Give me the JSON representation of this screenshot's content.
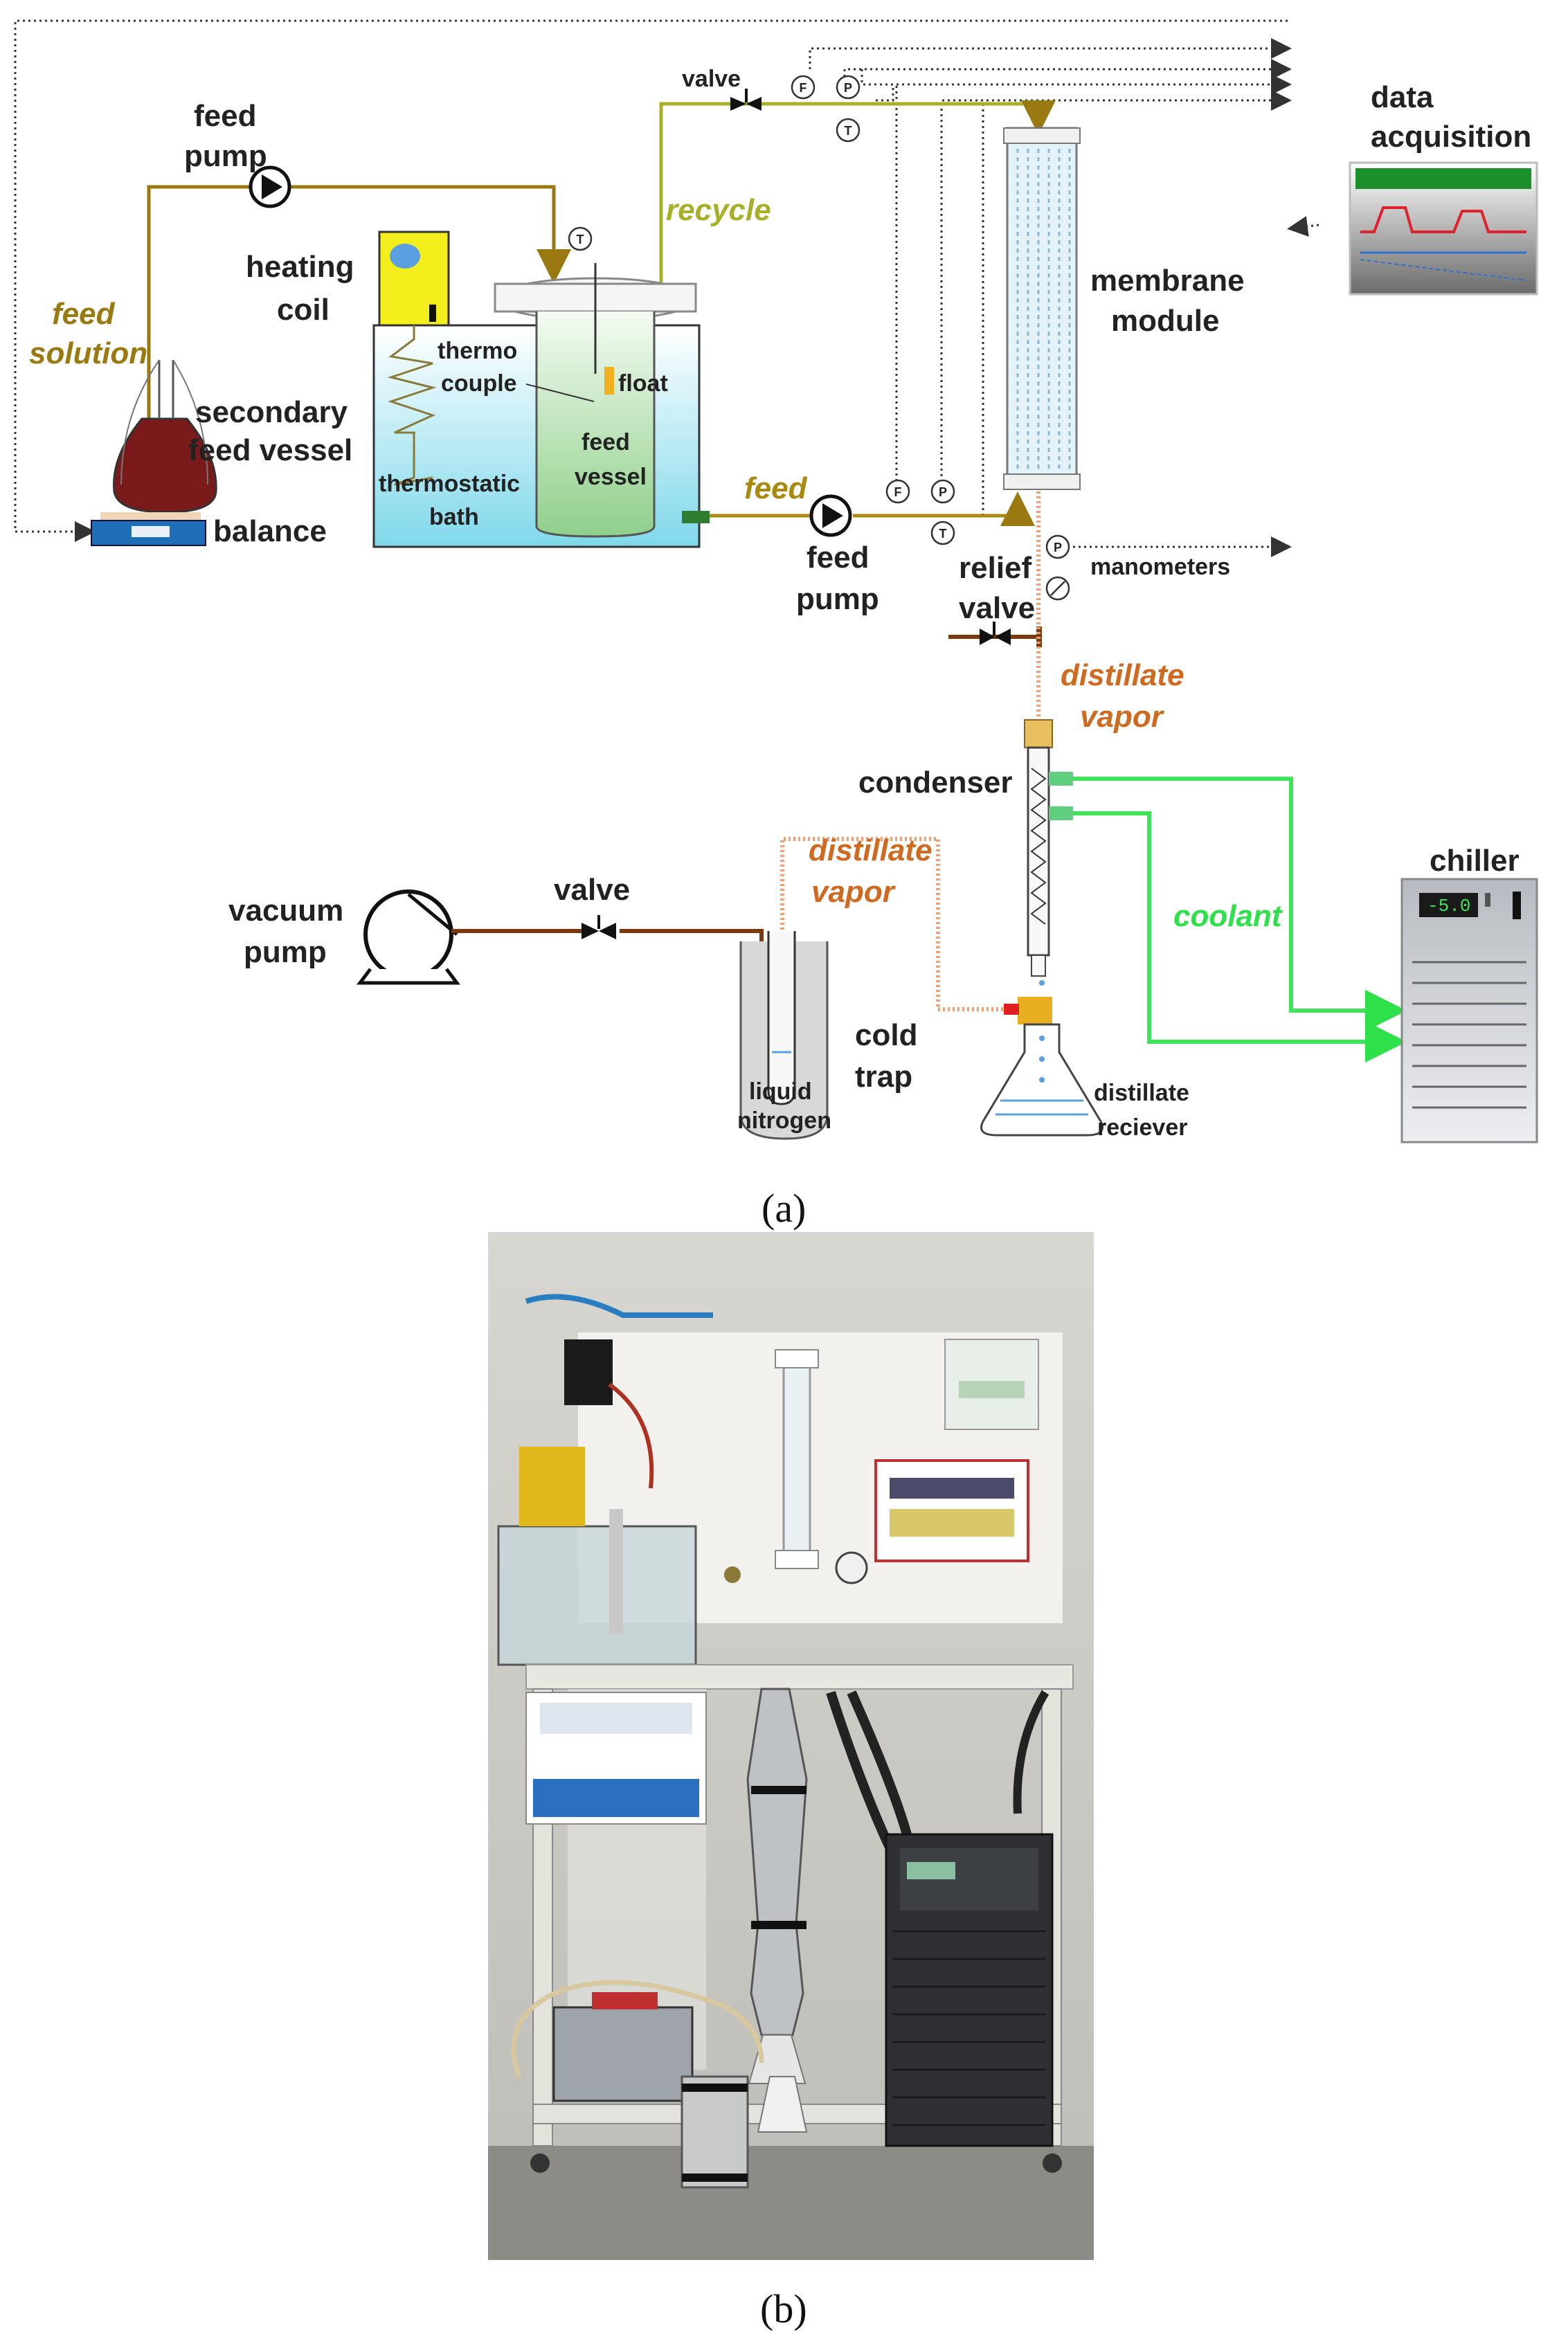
{
  "schematic": {
    "feed_pump_top_1": "feed",
    "feed_pump_top_2": "pump",
    "heating": "heating",
    "coil": "coil",
    "feed_solution_1": "feed",
    "feed_solution_2": "solution",
    "secondary": "secondary",
    "feed_vessel_left": "feed vessel",
    "balance": "balance",
    "thermo": "thermo",
    "couple": "couple",
    "float": "float",
    "feed_inner": "feed",
    "vessel_inner": "vessel",
    "thermostatic": "thermostatic",
    "bath": "bath",
    "valve_top": "valve",
    "recycle": "recycle",
    "feed_flow": "feed",
    "feed_pump_bottom_1": "feed",
    "feed_pump_bottom_2": "pump",
    "relief": "relief",
    "relief_valve": "valve",
    "manometers": "manometers",
    "membrane": "membrane",
    "module": "module",
    "data": "data",
    "acquisition": "acquisition",
    "distillate_1": "distillate",
    "vapor_1": "vapor",
    "condenser": "condenser",
    "distillate_2": "distillate",
    "vapor_2": "vapor",
    "coolant": "coolant",
    "chiller": "chiller",
    "chiller_display": "-5.0",
    "vacuum": "vacuum",
    "vacuum_pump": "pump",
    "valve_vacuum": "valve",
    "cold": "cold",
    "trap": "trap",
    "liquid": "liquid",
    "nitrogen": "nitrogen",
    "distillate_recv": "distillate",
    "reciever": "reciever"
  },
  "captions": {
    "a": "(a)",
    "b": "(b)"
  },
  "colors": {
    "feed_line": "#9a7a10",
    "recycle_line": "#a8b02a",
    "distillate_vapor": "#d06a20",
    "coolant": "#2ee04a"
  }
}
